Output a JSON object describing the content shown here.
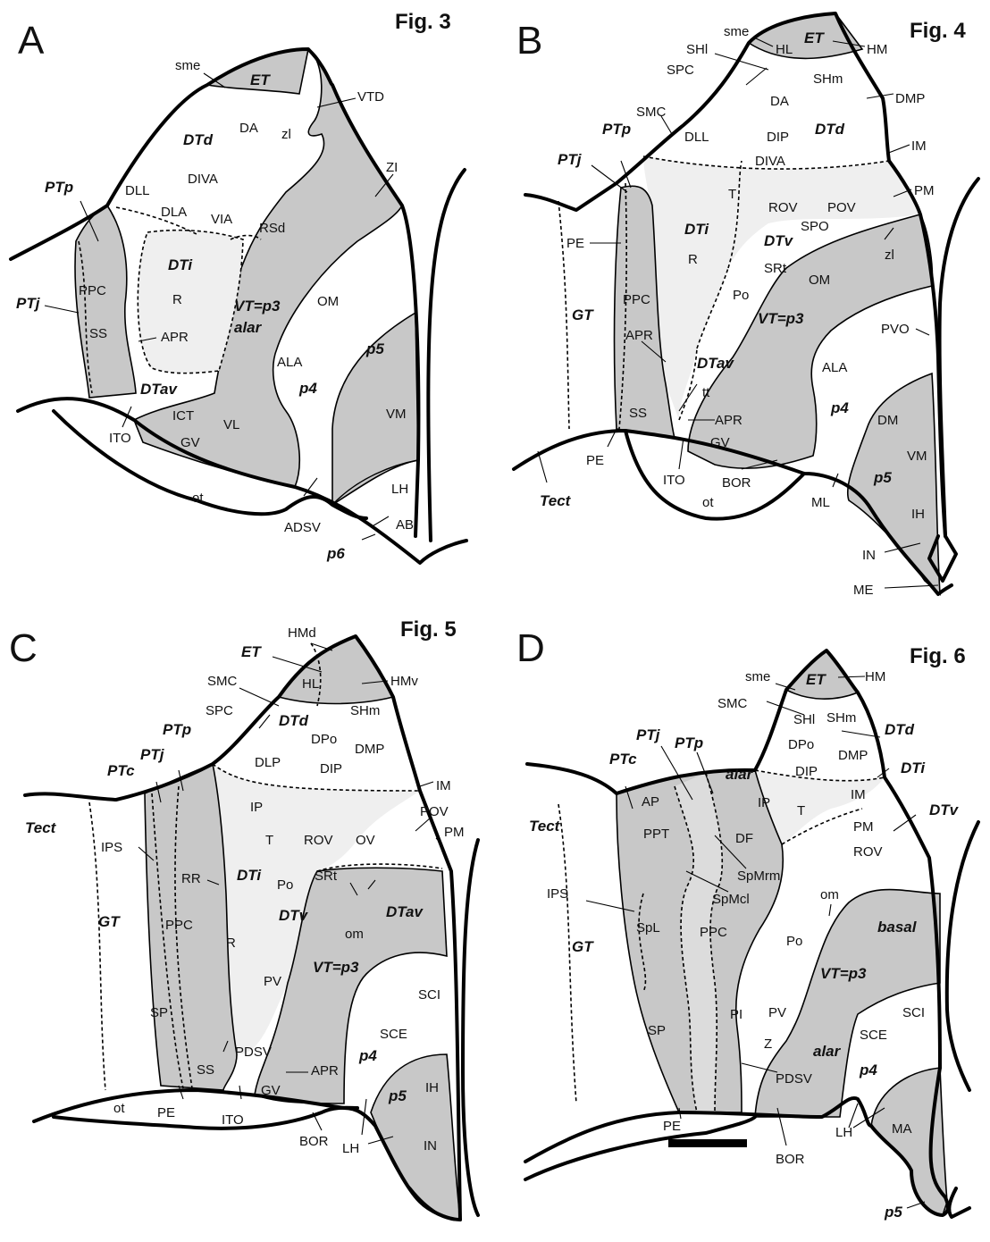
{
  "panels": {
    "A": {
      "letter": "A",
      "fig": "Fig. 3",
      "labels": {
        "sme": "sme",
        "ET": "ET",
        "VTD": "VTD",
        "DA": "DA",
        "zl": "zl",
        "DTd": "DTd",
        "ZI": "ZI",
        "DIVA": "DIVA",
        "PTp": "PTp",
        "DLL": "DLL",
        "DLA": "DLA",
        "VIA": "VIA",
        "RSd": "RSd",
        "DTi": "DTi",
        "OM": "OM",
        "PPC": "PPC",
        "R": "R",
        "PTj": "PTj",
        "VT": "VT=p3",
        "alar": "alar",
        "SS": "SS",
        "APR": "APR",
        "ALA": "ALA",
        "p5": "p5",
        "p4": "p4",
        "DTav": "DTav",
        "VM": "VM",
        "ICT": "ICT",
        "VL": "VL",
        "ITO": "ITO",
        "GV": "GV",
        "ot": "ot",
        "LH": "LH",
        "AB": "AB",
        "ADSV": "ADSV",
        "p6": "p6"
      }
    },
    "B": {
      "letter": "B",
      "fig": "Fig. 4",
      "labels": {
        "sme": "sme",
        "HL": "HL",
        "ET": "ET",
        "HM": "HM",
        "SHl": "SHl",
        "SPC": "SPC",
        "SHm": "SHm",
        "DA": "DA",
        "DMP": "DMP",
        "SMC": "SMC",
        "PTp": "PTp",
        "DLL": "DLL",
        "DIP": "DIP",
        "DTd": "DTd",
        "IM": "IM",
        "PTj": "PTj",
        "DIVA": "DIVA",
        "T": "T",
        "PM": "PM",
        "ROV": "ROV",
        "POV": "POV",
        "DTi": "DTi",
        "SPO": "SPO",
        "PE": "PE",
        "DTv": "DTv",
        "zl": "zl",
        "R": "R",
        "SRt": "SRt",
        "OM": "OM",
        "GT": "GT",
        "PPC": "PPC",
        "Po": "Po",
        "VT": "VT=p3",
        "PVO": "PVO",
        "APR": "APR",
        "DTav": "DTav",
        "ALA": "ALA",
        "tt": "tt",
        "p4": "p4",
        "DM": "DM",
        "SS": "SS",
        "APR2": "APR",
        "GV": "GV",
        "VM": "VM",
        "PE2": "PE",
        "ITO": "ITO",
        "BOR": "BOR",
        "p5": "p5",
        "Tect": "Tect",
        "ot": "ot",
        "ML": "ML",
        "IH": "IH",
        "IN": "IN",
        "ME": "ME"
      }
    },
    "C": {
      "letter": "C",
      "fig": "Fig. 5",
      "labels": {
        "HMd": "HMd",
        "ET": "ET",
        "HL": "HL",
        "HMv": "HMv",
        "SMC": "SMC",
        "SHm": "SHm",
        "SPC": "SPC",
        "DTd": "DTd",
        "DPo": "DPo",
        "DMP": "DMP",
        "PTp": "PTp",
        "DLP": "DLP",
        "DIP": "DIP",
        "PTj": "PTj",
        "IM": "IM",
        "PTc": "PTc",
        "IP": "IP",
        "POV": "POV",
        "Tect": "Tect",
        "T": "T",
        "ROV": "ROV",
        "OV": "OV",
        "PM": "PM",
        "IPS": "IPS",
        "RR": "RR",
        "DTi": "DTi",
        "SRt": "SRt",
        "Po": "Po",
        "DTav": "DTav",
        "DTv": "DTv",
        "GT": "GT",
        "PPC": "PPC",
        "om": "om",
        "R": "R",
        "PV": "PV",
        "VT": "VT=p3",
        "SCI": "SCI",
        "SP": "SP",
        "SCE": "SCE",
        "PDSV": "PDSV",
        "p4": "p4",
        "SS": "SS",
        "APR": "APR",
        "IH": "IH",
        "GV": "GV",
        "p5": "p5",
        "ot": "ot",
        "PE": "PE",
        "ITO": "ITO",
        "IN": "IN",
        "BOR": "BOR",
        "LH": "LH"
      }
    },
    "D": {
      "letter": "D",
      "fig": "Fig. 6",
      "labels": {
        "sme": "sme",
        "ET": "ET",
        "HM": "HM",
        "SMC": "SMC",
        "SHl": "SHl",
        "SHm": "SHm",
        "PTj": "PTj",
        "PTp": "PTp",
        "DPo": "DPo",
        "DTd": "DTd",
        "PTc": "PTc",
        "alar": "alar",
        "DIP": "DIP",
        "DMP": "DMP",
        "DTi": "DTi",
        "AP": "AP",
        "IP": "IP",
        "IM": "IM",
        "T": "T",
        "DTv": "DTv",
        "Tect": "Tect",
        "PPT": "PPT",
        "DF": "DF",
        "PM": "PM",
        "ROV": "ROV",
        "SpMrm": "SpMrm",
        "IPS": "IPS",
        "SpMcl": "SpMcl",
        "om": "om",
        "basal": "basal",
        "SpL": "SpL",
        "PPC": "PPC",
        "Po": "Po",
        "GT": "GT",
        "VT": "VT=p3",
        "SCI": "SCI",
        "PI": "PI",
        "PV": "PV",
        "SP": "SP",
        "SCE": "SCE",
        "Z": "Z",
        "alar2": "alar",
        "p4": "p4",
        "PDSV": "PDSV",
        "PE": "PE",
        "LH": "LH",
        "MA": "MA",
        "BOR": "BOR",
        "p5": "p5"
      }
    }
  },
  "colors": {
    "grey": "#c8c8c8",
    "lightgrey": "#efefef",
    "stroke": "#000000"
  }
}
